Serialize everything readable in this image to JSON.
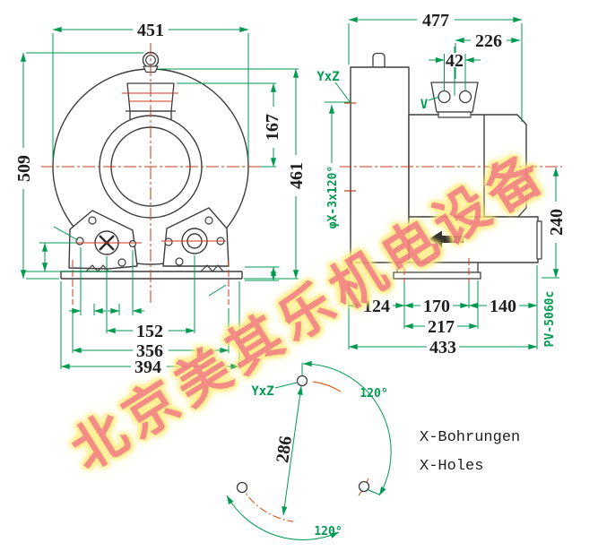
{
  "watermark": "北京美其乐机电设备",
  "front_view": {
    "width": "451",
    "overall_height": "509",
    "port_to_center": "167",
    "body_height": "461",
    "foot_hole_span": "152",
    "slot_span": "356",
    "base_width": "394"
  },
  "side_view": {
    "overall_width": "477",
    "center_to_right_edge": "226",
    "gland_spacing": "42",
    "seg_left": "124",
    "seg_mid": "170",
    "seg_right": "140",
    "base_length": "217",
    "overall_length": "433",
    "center_to_bottom": "240",
    "thread_label": "YxZ",
    "gland_label": "V",
    "flange_hole_note": "φX-3x120°",
    "model_code": "PV-5060c"
  },
  "bolt_circle": {
    "diameter": "286",
    "angle_a": "120°",
    "angle_b": "120°",
    "thread_label": "YxZ",
    "caption_de": "X-Bohrungen",
    "caption_en": "X-Holes"
  }
}
